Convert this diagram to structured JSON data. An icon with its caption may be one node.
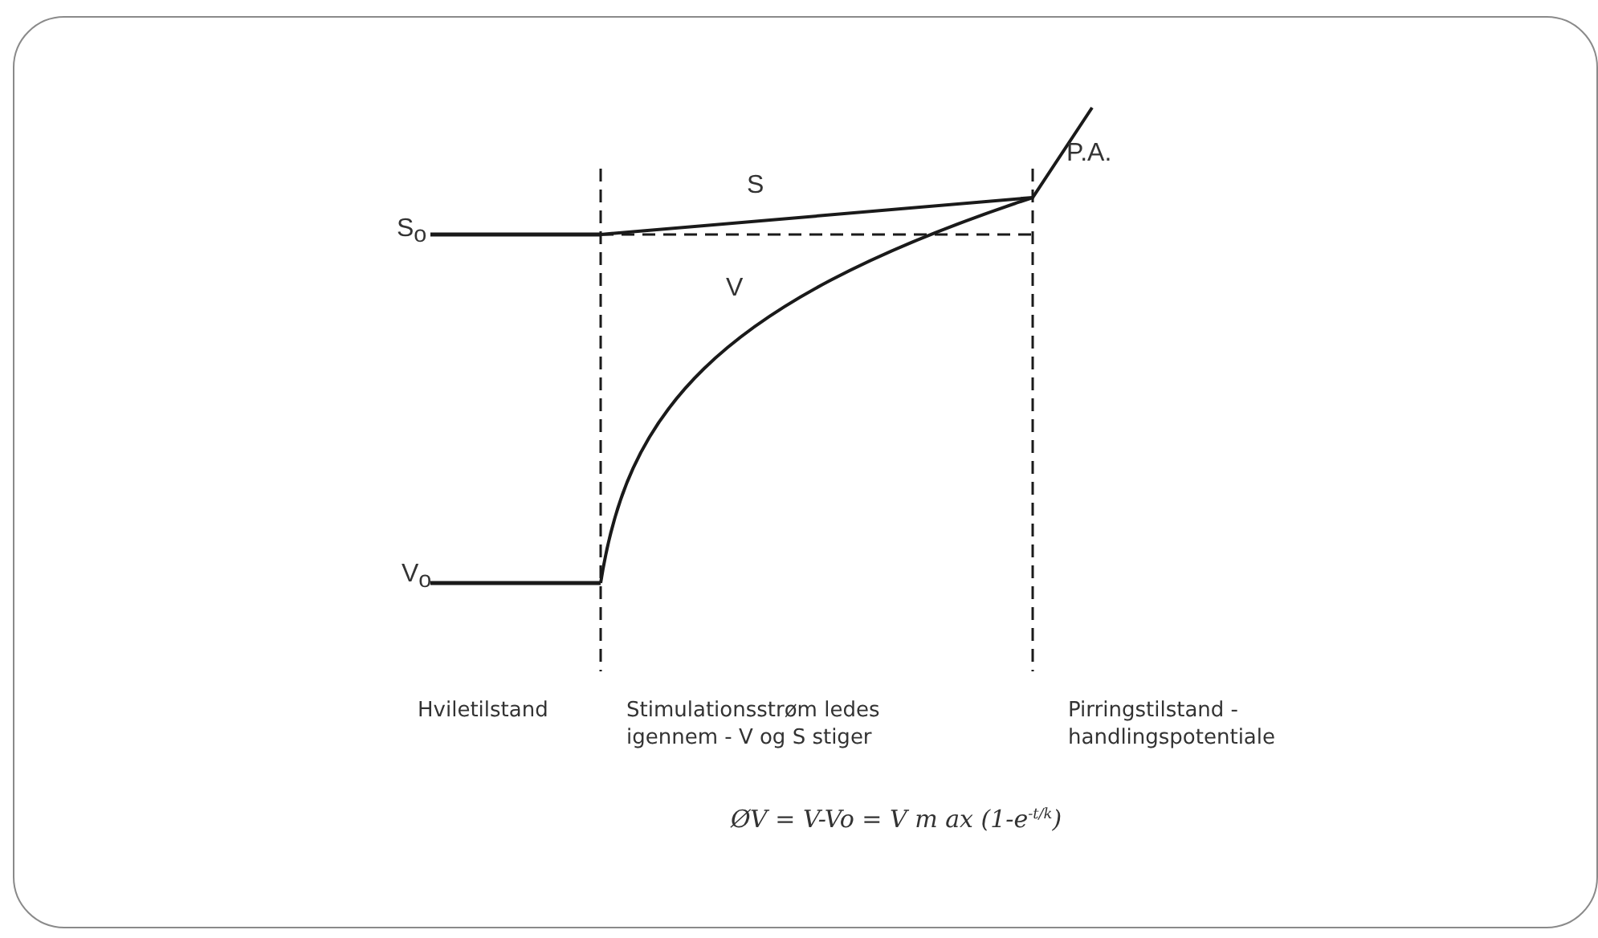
{
  "diagram": {
    "labels": [
      "S",
      "P.A.",
      "S$_{o}$",
      "V",
      "V$_{o}$",
      "Hviletilstand",
      "Stimulationsstrøm ledes igennem - V og S stiger",
      "Pirringstilstand - handlingspotentiale",
      "ØV = V-Vo = V m ax (1-e$^{-t/k}$)"
    ]
  }
}
